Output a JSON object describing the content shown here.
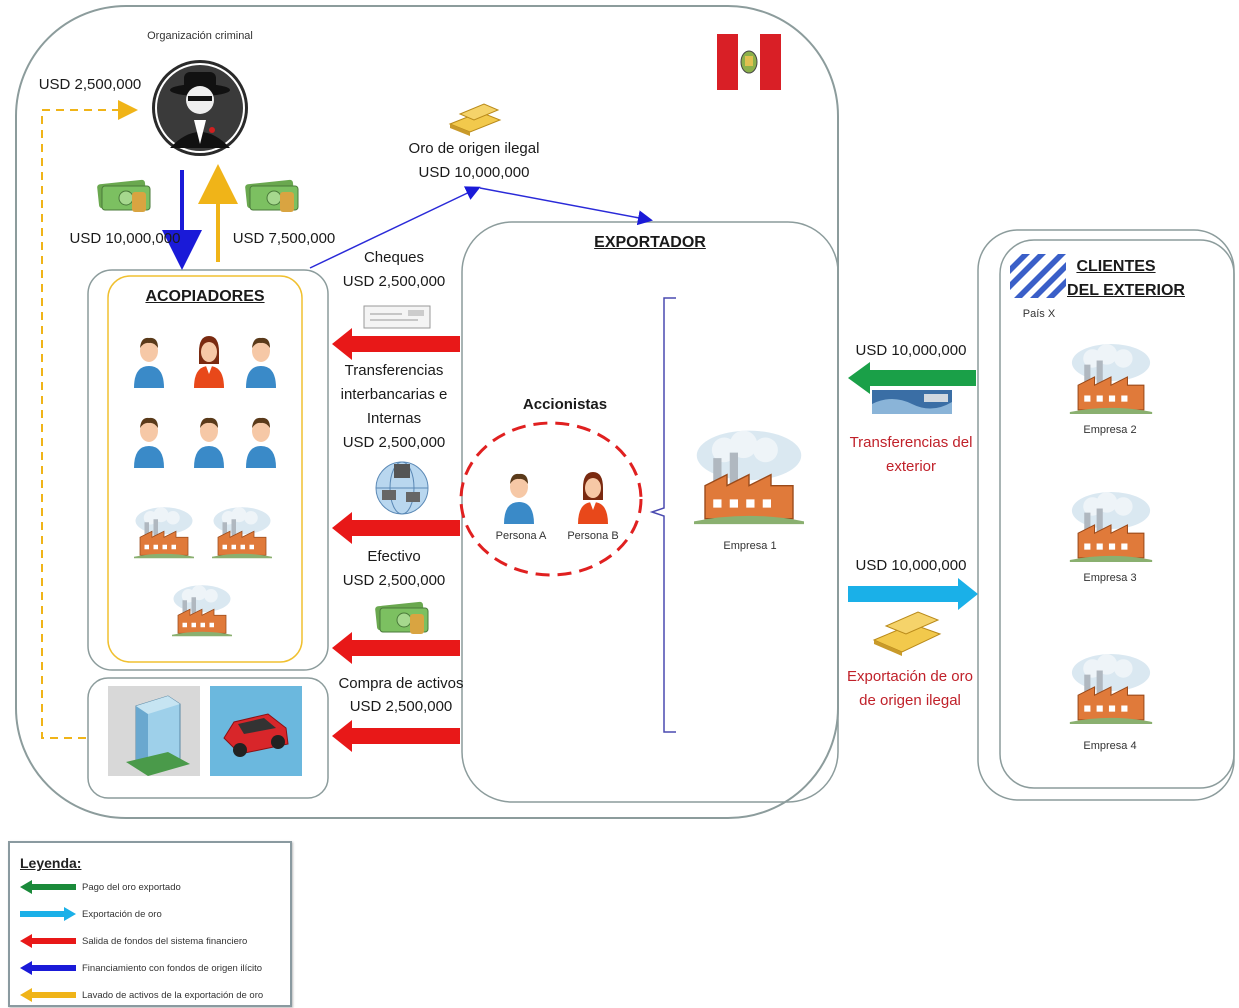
{
  "org": {
    "label": "Organización criminal",
    "usd_left": "USD 2,500,000"
  },
  "flows": {
    "down_amount": "USD 10,000,000",
    "up_amount": "USD 7,500,000",
    "gold_label": "Oro de origen ilegal",
    "gold_amount": "USD 10,000,000"
  },
  "acopiadores": {
    "title": "ACOPIADORES"
  },
  "exportador": {
    "title": "EXPORTADOR",
    "shareholders": "Accionistas",
    "person_a": "Persona A",
    "person_b": "Persona B",
    "company": "Empresa 1"
  },
  "payments": [
    {
      "label": "Cheques",
      "amount": "USD 2,500,000"
    },
    {
      "label": "Transferencias interbancarias e Internas",
      "line1": "Transferencias",
      "line2": "interbancarias e",
      "line3": "Internas",
      "amount": "USD 2,500,000"
    },
    {
      "label": "Efectivo",
      "amount": "USD 2,500,000"
    },
    {
      "label": "Compra de activos",
      "amount": "USD 2,500,000"
    }
  ],
  "clientes": {
    "title_line1": "CLIENTES",
    "title_line2": "DEL EXTERIOR",
    "country": "País X",
    "companies": [
      "Empresa 2",
      "Empresa 3",
      "Empresa 4"
    ]
  },
  "exterior": {
    "in_amount": "USD 10,000,000",
    "in_label_1": "Transferencias del",
    "in_label_2": "exterior",
    "out_amount": "USD 10,000,000",
    "out_label_1": "Exportación de oro",
    "out_label_2": "de origen ilegal"
  },
  "legend": {
    "title": "Leyenda:",
    "items": [
      {
        "label": "Pago del oro exportado",
        "color": "#1a8a3a",
        "dir": "left"
      },
      {
        "label": "Exportación de oro",
        "color": "#1ab0e8",
        "dir": "right"
      },
      {
        "label": "Salida de fondos del sistema financiero",
        "color": "#e81818",
        "dir": "left"
      },
      {
        "label": "Financiamiento con fondos de origen ilícito",
        "color": "#1a1ad8",
        "dir": "left"
      },
      {
        "label": "Lavado de activos de la exportación de oro",
        "color": "#f0b418",
        "dir": "left"
      }
    ]
  },
  "colors": {
    "red": "#e81818",
    "green": "#1aa048",
    "cyan": "#1ab0e8",
    "blue": "#1a1ad8",
    "gold": "#f0b418"
  },
  "icons": [
    "criminal-icon",
    "money-icon",
    "gold-bar-icon",
    "peru-flag-icon",
    "person-icon",
    "factory-icon",
    "building-icon",
    "car-icon",
    "cheque-icon",
    "network-icon",
    "country-flag-icon",
    "transfer-icon"
  ]
}
